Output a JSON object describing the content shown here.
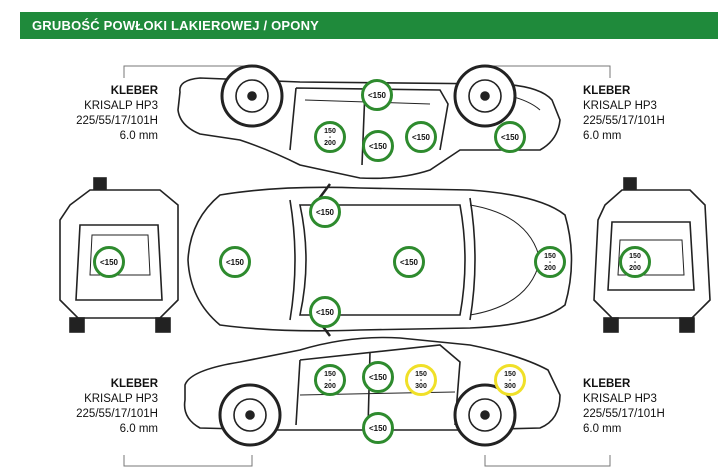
{
  "header": {
    "title": "GRUBOŚĆ POWŁOKI LAKIEROWEJ / OPONY"
  },
  "tires": {
    "front_left": {
      "brand": "KLEBER",
      "model": "KRISALP HP3",
      "size": "225/55/17/101H",
      "depth": "6.0 mm"
    },
    "rear_left": {
      "brand": "KLEBER",
      "model": "KRISALP HP3",
      "size": "225/55/17/101H",
      "depth": "6.0 mm"
    },
    "front_right": {
      "brand": "KLEBER",
      "model": "KRISALP HP3",
      "size": "225/55/17/101H",
      "depth": "6.0 mm"
    },
    "rear_right": {
      "brand": "KLEBER",
      "model": "KRISALP HP3",
      "size": "225/55/17/101H",
      "depth": "6.0 mm"
    }
  },
  "colors": {
    "header_bg": "#1f8a3b",
    "ok": "#2e8b2e",
    "warn": "#f0e028"
  },
  "measurements": [
    {
      "id": "left-roof",
      "label": "<150",
      "status": "ok"
    },
    {
      "id": "left-front-door",
      "label": "150\n-\n200",
      "status": "ok"
    },
    {
      "id": "left-pillar",
      "label": "<150",
      "status": "ok"
    },
    {
      "id": "left-rear-door",
      "label": "<150",
      "status": "ok"
    },
    {
      "id": "left-rear-fender",
      "label": "<150",
      "status": "ok"
    },
    {
      "id": "front-view",
      "label": "<150",
      "status": "ok"
    },
    {
      "id": "top-hood",
      "label": "<150",
      "status": "ok"
    },
    {
      "id": "top-roof",
      "label": "<150",
      "status": "ok"
    },
    {
      "id": "top-left-pillar",
      "label": "<150",
      "status": "ok"
    },
    {
      "id": "top-right-pillar",
      "label": "<150",
      "status": "ok"
    },
    {
      "id": "top-trunk",
      "label": "150\n-\n200",
      "status": "ok"
    },
    {
      "id": "rear-view",
      "label": "150\n-\n200",
      "status": "ok"
    },
    {
      "id": "right-front-fender",
      "label": "150\n-\n200",
      "status": "ok"
    },
    {
      "id": "right-front-door",
      "label": "<150",
      "status": "ok"
    },
    {
      "id": "right-rear-door",
      "label": "150\n-\n300",
      "status": "warn"
    },
    {
      "id": "right-rear-fender",
      "label": "150\n-\n300",
      "status": "warn"
    },
    {
      "id": "right-sill",
      "label": "<150",
      "status": "ok"
    }
  ]
}
